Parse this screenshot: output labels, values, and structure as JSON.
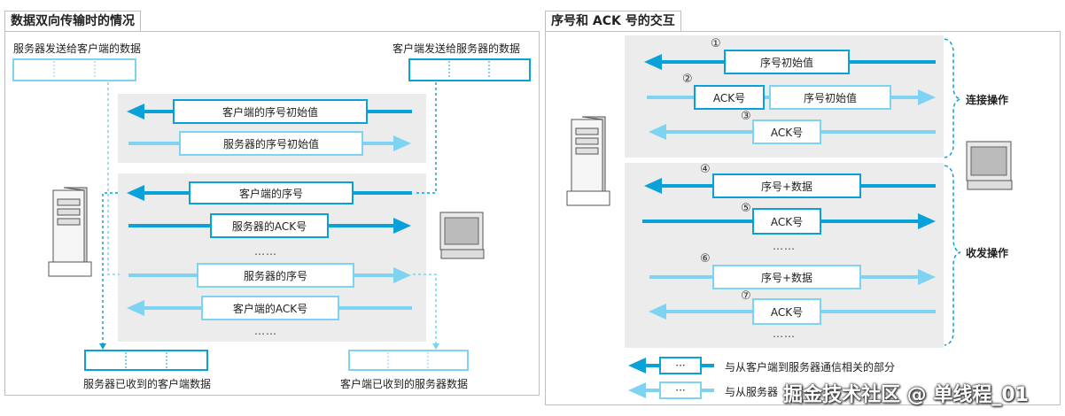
{
  "left": {
    "title": "数据双向传输时的情况",
    "server_send": "服务器发送给客户端的数据",
    "client_send": "客户端发送给服务器的数据",
    "server_recv": "服务器已收到的客户端数据",
    "client_recv": "客户端已收到的服务器数据",
    "rows": [
      {
        "label": "客户端的序号初始值"
      },
      {
        "label": "服务器的序号初始值"
      },
      {
        "label": "客户端的序号"
      },
      {
        "label": "服务器的ACK号"
      },
      {
        "label": "服务器的序号"
      },
      {
        "label": "客户端的ACK号"
      }
    ],
    "dots": "……"
  },
  "right": {
    "title": "序号和 ACK 号的交互",
    "nums": [
      "①",
      "②",
      "③",
      "④",
      "⑤",
      "⑥",
      "⑦"
    ],
    "rows": [
      {
        "label": "序号初始值"
      },
      {
        "label": "ACK号"
      },
      {
        "label": "序号初始值"
      },
      {
        "label": "ACK号"
      },
      {
        "label": "序号+数据"
      },
      {
        "label": "ACK号"
      },
      {
        "label": "序号+数据"
      },
      {
        "label": "ACK号"
      }
    ],
    "dots": "……",
    "connect_label": "连接操作",
    "transfer_label": "收发操作",
    "legend_box": "···",
    "legend_dark": "与从客户端到服务器通信相关的部分",
    "legend_light": "与从服务器"
  },
  "watermark": "掘金技术社区 @ 单线程_01",
  "colors": {
    "dark": "#0aa0d8",
    "light": "#7fd3f2",
    "gray": "#ececec"
  }
}
